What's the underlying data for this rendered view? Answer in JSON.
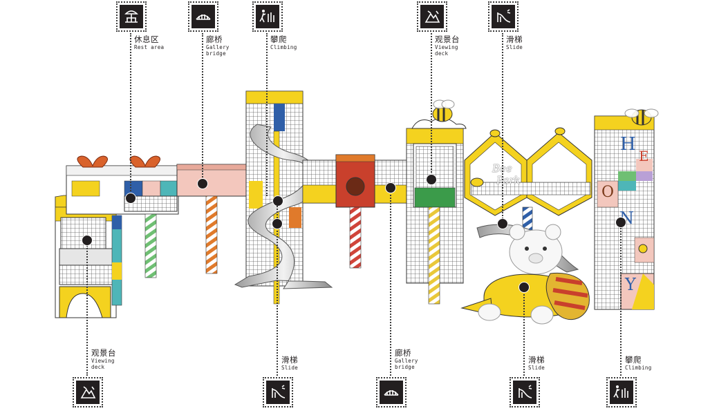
{
  "callouts": [
    {
      "id": "rest-area-top",
      "cn": "休息区",
      "en": [
        "Rest area"
      ],
      "icon": "rest-area-icon",
      "pos": "top"
    },
    {
      "id": "gallery-bridge-top",
      "cn": "廊桥",
      "en": [
        "Gallery",
        "bridge"
      ],
      "icon": "gallery-bridge-icon",
      "pos": "top"
    },
    {
      "id": "climbing-top",
      "cn": "攀爬",
      "en": [
        "Climbing"
      ],
      "icon": "climbing-icon",
      "pos": "top"
    },
    {
      "id": "viewing-deck-top",
      "cn": "观景台",
      "en": [
        "Viewing",
        "deck"
      ],
      "icon": "viewing-deck-icon",
      "pos": "top"
    },
    {
      "id": "slide-top",
      "cn": "滑梯",
      "en": [
        "Slide"
      ],
      "icon": "slide-icon",
      "pos": "top"
    },
    {
      "id": "viewing-deck-bottom",
      "cn": "观景台",
      "en": [
        "Viewing",
        "deck"
      ],
      "icon": "viewing-deck-icon",
      "pos": "bottom"
    },
    {
      "id": "slide-bottom-1",
      "cn": "滑梯",
      "en": [
        "Slide"
      ],
      "icon": "slide-icon",
      "pos": "bottom"
    },
    {
      "id": "gallery-bridge-bottom",
      "cn": "廊桥",
      "en": [
        "Gallery",
        "bridge"
      ],
      "icon": "gallery-bridge-icon",
      "pos": "bottom"
    },
    {
      "id": "slide-bottom-2",
      "cn": "滑梯",
      "en": [
        "Slide"
      ],
      "icon": "slide-icon",
      "pos": "bottom"
    },
    {
      "id": "climbing-bottom",
      "cn": "攀爬",
      "en": [
        "Climbing"
      ],
      "icon": "climbing-icon",
      "pos": "bottom"
    }
  ],
  "signage": {
    "bee": "Bee",
    "park": "Park",
    "letters": [
      "H",
      "O",
      "N",
      "E",
      "Y"
    ]
  },
  "colors": {
    "yellow": "#f4d21f",
    "red": "#c9402c",
    "orange": "#e07a2b",
    "pink": "#f3c7bd",
    "blue": "#2f5fa8",
    "teal": "#4eb6b8",
    "silver": "#d9d9d9",
    "dark": "#231f20"
  }
}
